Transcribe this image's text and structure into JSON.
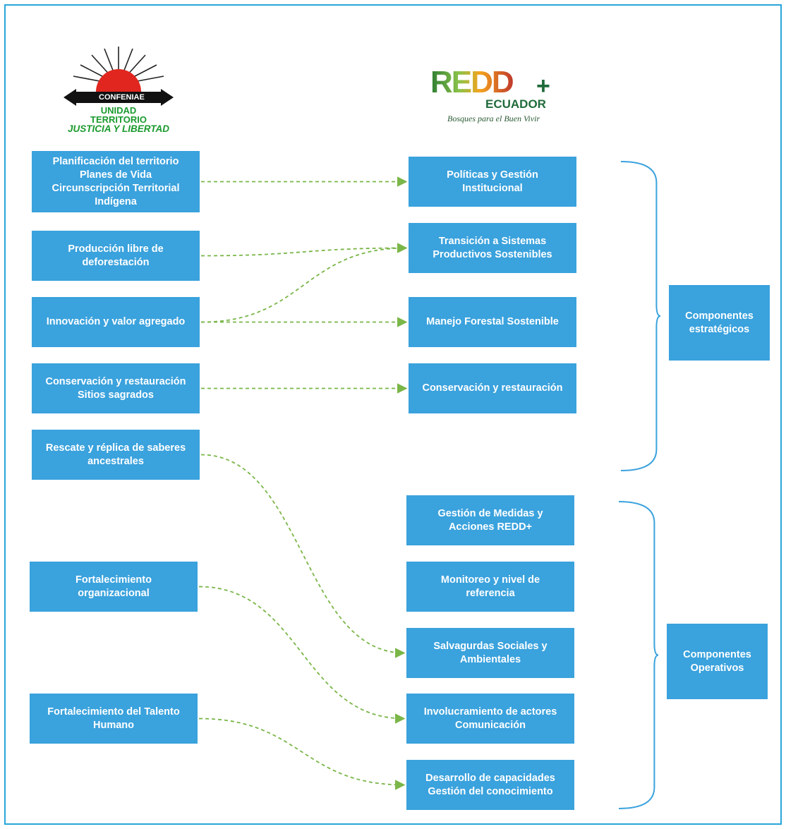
{
  "logos": {
    "confeniae": {
      "name": "CONFENIAE",
      "line1": "UNIDAD",
      "line2": "TERRITORIO",
      "line3": "JUSTICIA Y LIBERTAD"
    },
    "redd": {
      "word": "REDD",
      "plus": "+",
      "country": "ECUADOR",
      "tagline": "Bosques para el Buen Vivir"
    }
  },
  "left_items": [
    "Planificación del territorio\nPlanes de Vida\nCircunscripción Territorial\nIndígena",
    "Producción libre de\ndeforestación",
    "Innovación y valor agregado",
    "Conservación y restauración\nSitios sagrados",
    "Rescate y réplica de saberes\nancestrales",
    "Fortalecimiento\norganizacional",
    "Fortalecimiento del Talento\nHumano"
  ],
  "right_items": [
    "Políticas y Gestión\nInstitucional",
    "Transición a Sistemas\nProductivos Sostenibles",
    "Manejo Forestal Sostenible",
    "Conservación y restauración",
    "Gestión de Medidas y\nAcciones REDD+",
    "Monitoreo y nivel de\nreferencia",
    "Salvagurdas Sociales y\nAmbientales",
    "Involucramiento de actores\nComunicación",
    "Desarrollo de capacidades\nGestión del conocimiento"
  ],
  "groups": [
    "Componentes\nestratégicos",
    "Componentes\nOperativos"
  ],
  "connections": [
    {
      "from": 0,
      "to": 0
    },
    {
      "from": 1,
      "to": 1
    },
    {
      "from": 2,
      "to": 1
    },
    {
      "from": 2,
      "to": 2
    },
    {
      "from": 3,
      "to": 3
    },
    {
      "from": 4,
      "to": 6
    },
    {
      "from": 5,
      "to": 7
    },
    {
      "from": 6,
      "to": 8
    }
  ],
  "colors": {
    "box": "#3aa2dd",
    "box_text": "#ffffff",
    "connector": "#7ab648",
    "brace": "#3aa2dd",
    "frame": "#29a6d9"
  }
}
